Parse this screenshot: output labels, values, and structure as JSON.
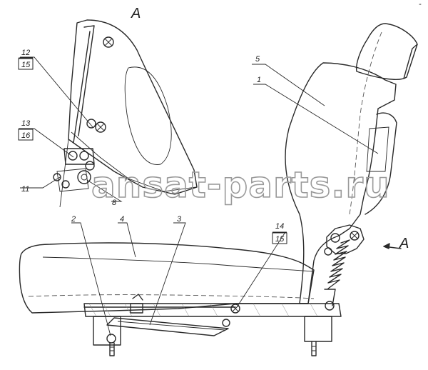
{
  "view_label_top": "A",
  "view_label_arrow": "A",
  "watermark": "ansat-parts.ru",
  "callouts": {
    "c1": "1",
    "c2": "2",
    "c3": "3",
    "c4": "4",
    "c5": "5",
    "c8": "8",
    "c11": "11",
    "c12": "12",
    "c13": "13",
    "c14": "14",
    "c15a": "15",
    "c15b": "15",
    "c16": "16"
  }
}
